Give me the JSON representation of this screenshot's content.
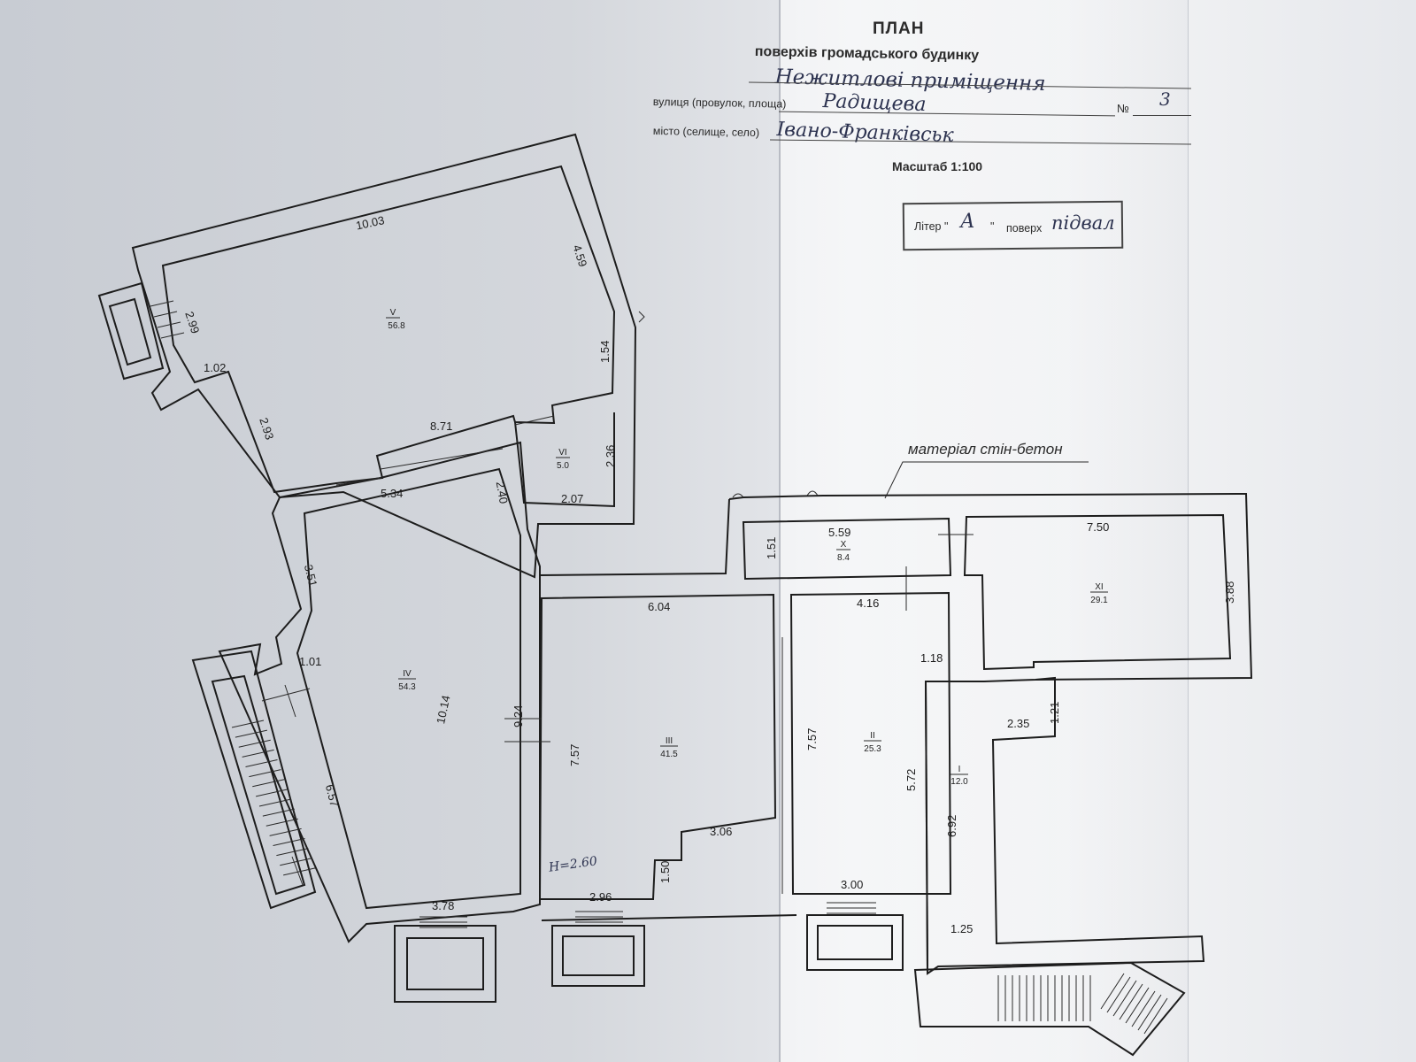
{
  "header": {
    "title": "ПЛАН",
    "subtitle": "поверхів громадського будинку",
    "use_handwritten": "Нежитлові приміщення",
    "street_label": "вулиця (провулок, площа)",
    "street_handwritten": "Радищева",
    "number_label": "№",
    "number_handwritten": "3",
    "city_label": "місто (селище, село)",
    "city_handwritten": "Івано-Франківськ",
    "scale": "Масштаб 1:100"
  },
  "liter_box": {
    "liter_label": "Літер \"",
    "liter_value": "А",
    "liter_close": "\"",
    "floor_label": "поверх",
    "floor_value": "підвал"
  },
  "material_note": "матеріал стін-бетон",
  "height_note": "H=2.60",
  "rooms": [
    {
      "num": "V",
      "area": "56.8"
    },
    {
      "num": "VI",
      "area": "5.0"
    },
    {
      "num": "IV",
      "area": "54.3"
    },
    {
      "num": "III",
      "area": "41.5"
    },
    {
      "num": "II",
      "area": "25.3"
    },
    {
      "num": "I",
      "area": "12.0"
    },
    {
      "num": "X",
      "area": "8.4"
    },
    {
      "num": "XI",
      "area": "29.1"
    }
  ],
  "dimensions": {
    "d1": "10.03",
    "d2": "4.59",
    "d3": "2.99",
    "d4": "1.54",
    "d5": "1.02",
    "d6": "2.93",
    "d7": "8.71",
    "d8": "2.36",
    "d9": "2.40",
    "d10": "5.34",
    "d11": "2.07",
    "d12": "3.51",
    "d13": "1.01",
    "d14": "10.14",
    "d15": "9.24",
    "d16": "6.57",
    "d17": "3.78",
    "d18": "6.04",
    "d19": "7.57",
    "d20": "7.57",
    "d21": "3.06",
    "d22": "1.50",
    "d23": "2.96",
    "d24": "4.16",
    "d25": "1.18",
    "d26": "5.72",
    "d27": "3.00",
    "d28": "5.59",
    "d29": "1.51",
    "d30": "7.50",
    "d31": "3.88",
    "d32": "2.35",
    "d33": "1.21",
    "d34": "6.92",
    "d35": "1.25"
  }
}
